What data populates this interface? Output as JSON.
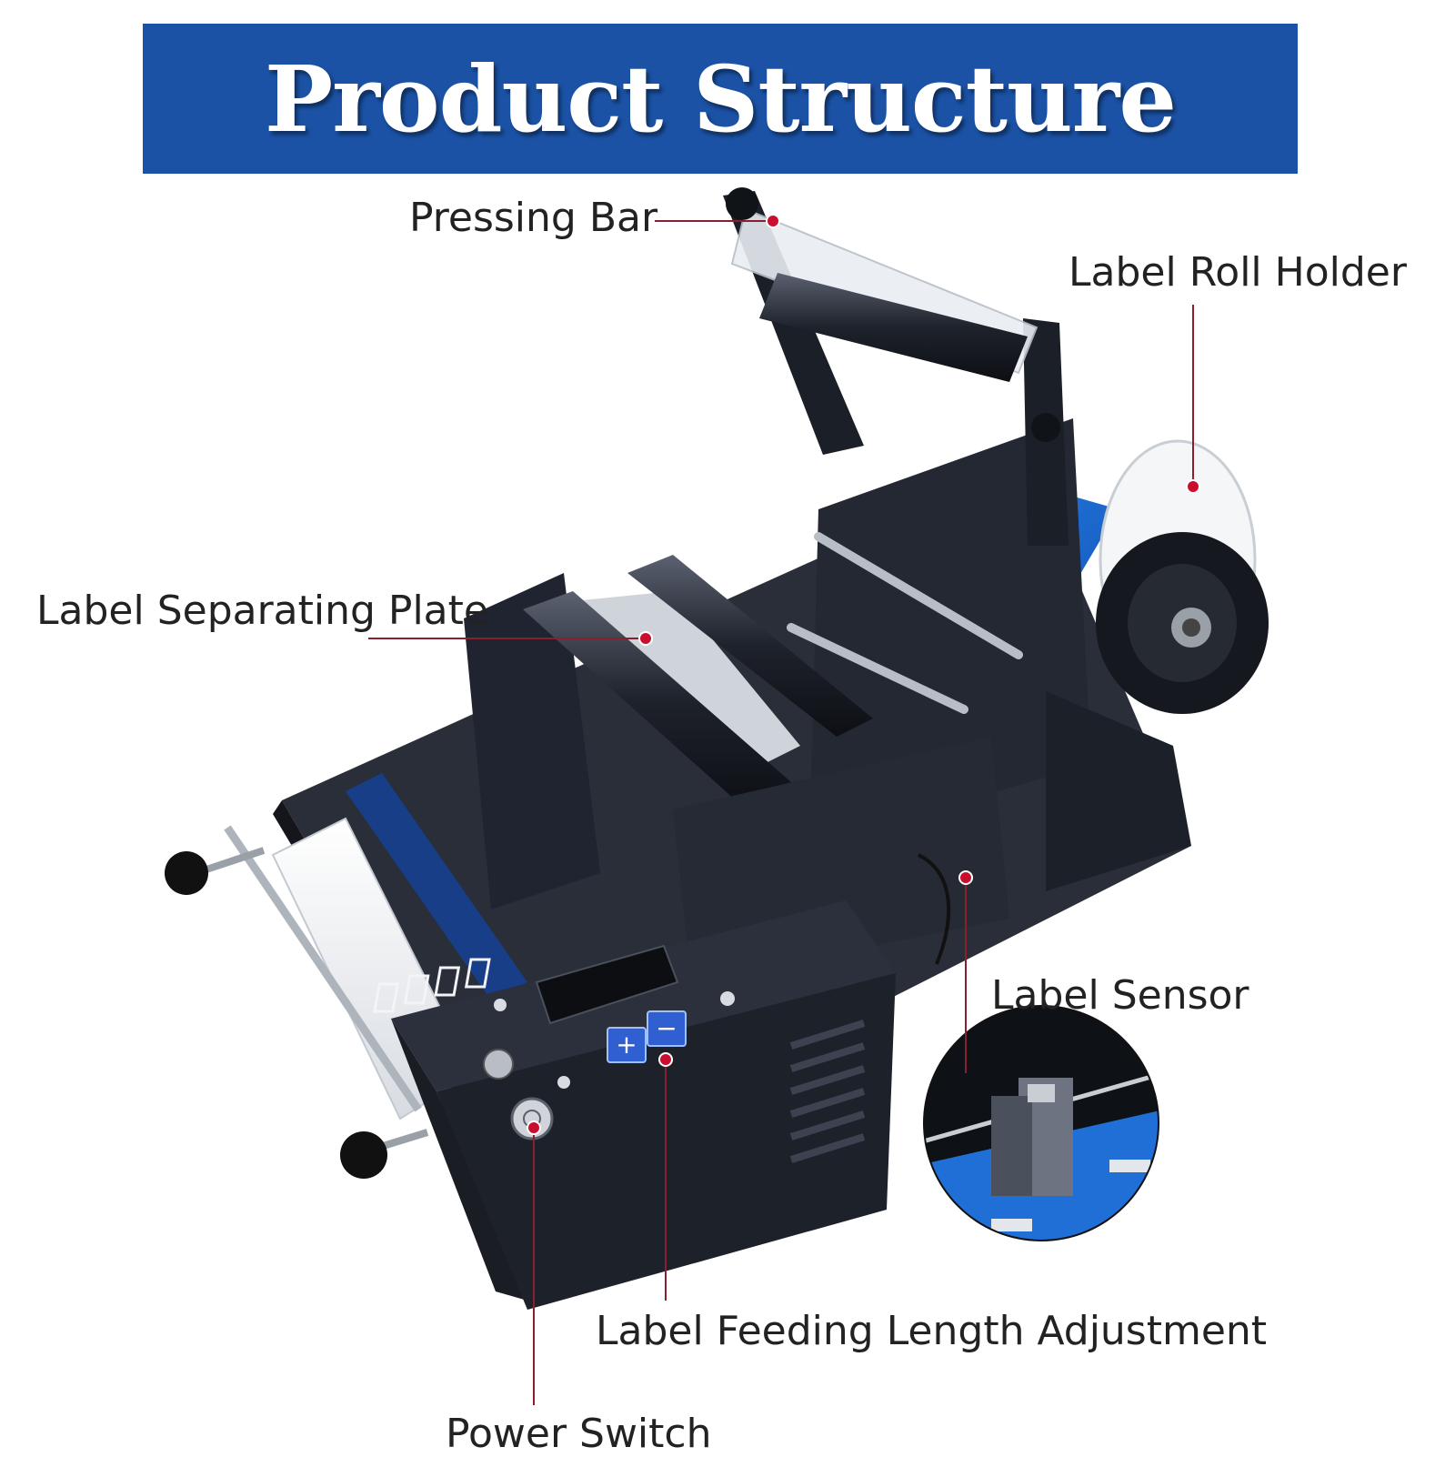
{
  "title": "Product Structure",
  "labels": {
    "pressing_bar": "Pressing Bar",
    "label_roll_holder": "Label Roll Holder",
    "label_separating_plate": "Label Separating Plate",
    "label_sensor": "Label Sensor",
    "label_feeding_length_adjustment": "Label Feeding Length Adjustment",
    "power_switch": "Power Switch"
  },
  "display": {
    "plus": "+",
    "minus": "−"
  },
  "colors": {
    "banner": "#1b52a5",
    "leader_line": "#8a1f2d",
    "marker": "#c8102e",
    "machine_body": "#1f2430",
    "label_blue": "#1f6fd6"
  }
}
